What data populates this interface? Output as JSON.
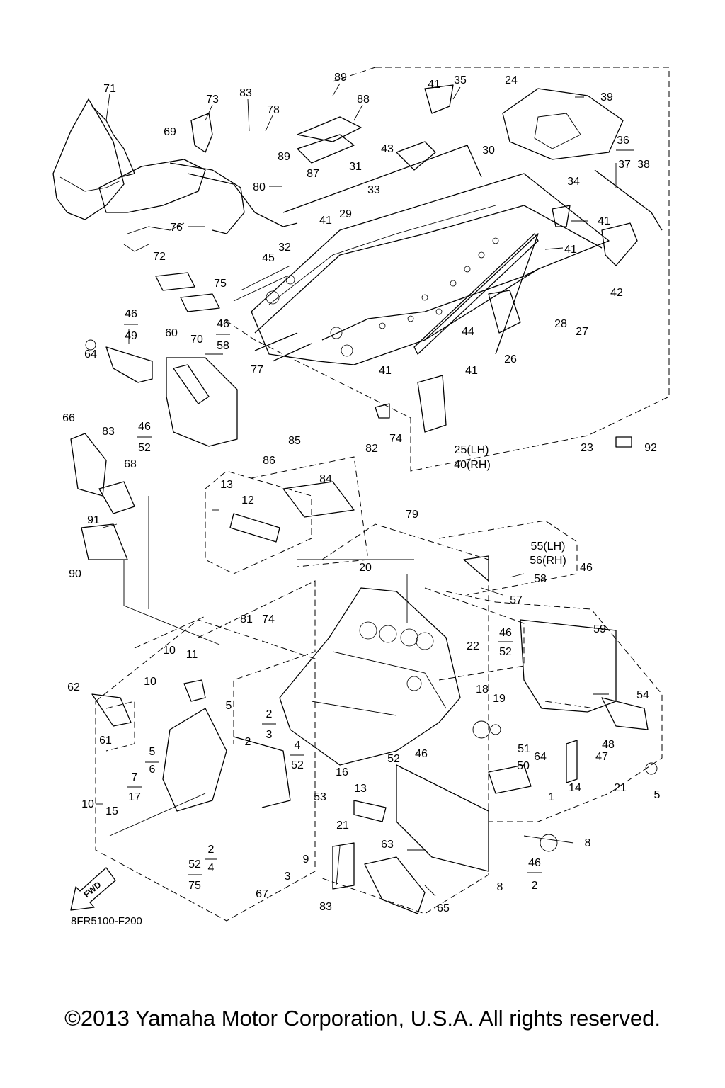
{
  "diagram": {
    "code": "8FR5100-F200",
    "copyright": "©2013 Yamaha Motor Corporation, U.S.A. All rights reserved.",
    "fwd_label": "FWD",
    "callouts": [
      "71",
      "73",
      "83",
      "78",
      "89",
      "88",
      "41",
      "35",
      "24",
      "39",
      "69",
      "89",
      "80",
      "87",
      "31",
      "33",
      "30",
      "43",
      "36",
      "37",
      "38",
      "29",
      "41",
      "34",
      "41",
      "76",
      "32",
      "72",
      "45",
      "75",
      "41",
      "42",
      "46",
      "49",
      "46",
      "58",
      "70",
      "28",
      "27",
      "77",
      "44",
      "26",
      "60",
      "64",
      "41",
      "41",
      "66",
      "83",
      "46",
      "52",
      "82",
      "74",
      "25(LH)",
      "40(RH)",
      "23",
      "92",
      "68",
      "85",
      "86",
      "84",
      "13",
      "12",
      "79",
      "91",
      "90",
      "55(LH)",
      "56(RH)",
      "46",
      "58",
      "20",
      "57",
      "81",
      "74",
      "46",
      "52",
      "59",
      "22",
      "10",
      "11",
      "62",
      "10",
      "5",
      "54",
      "18",
      "19",
      "2",
      "3",
      "61",
      "48",
      "5",
      "6",
      "2",
      "4",
      "52",
      "51",
      "47",
      "50",
      "64",
      "5",
      "7",
      "17",
      "16",
      "13",
      "53",
      "14",
      "46",
      "21",
      "52",
      "1",
      "10",
      "15",
      "21",
      "63",
      "8",
      "9",
      "3",
      "2",
      "4",
      "52",
      "46",
      "2",
      "75",
      "8",
      "67",
      "83",
      "65"
    ]
  }
}
